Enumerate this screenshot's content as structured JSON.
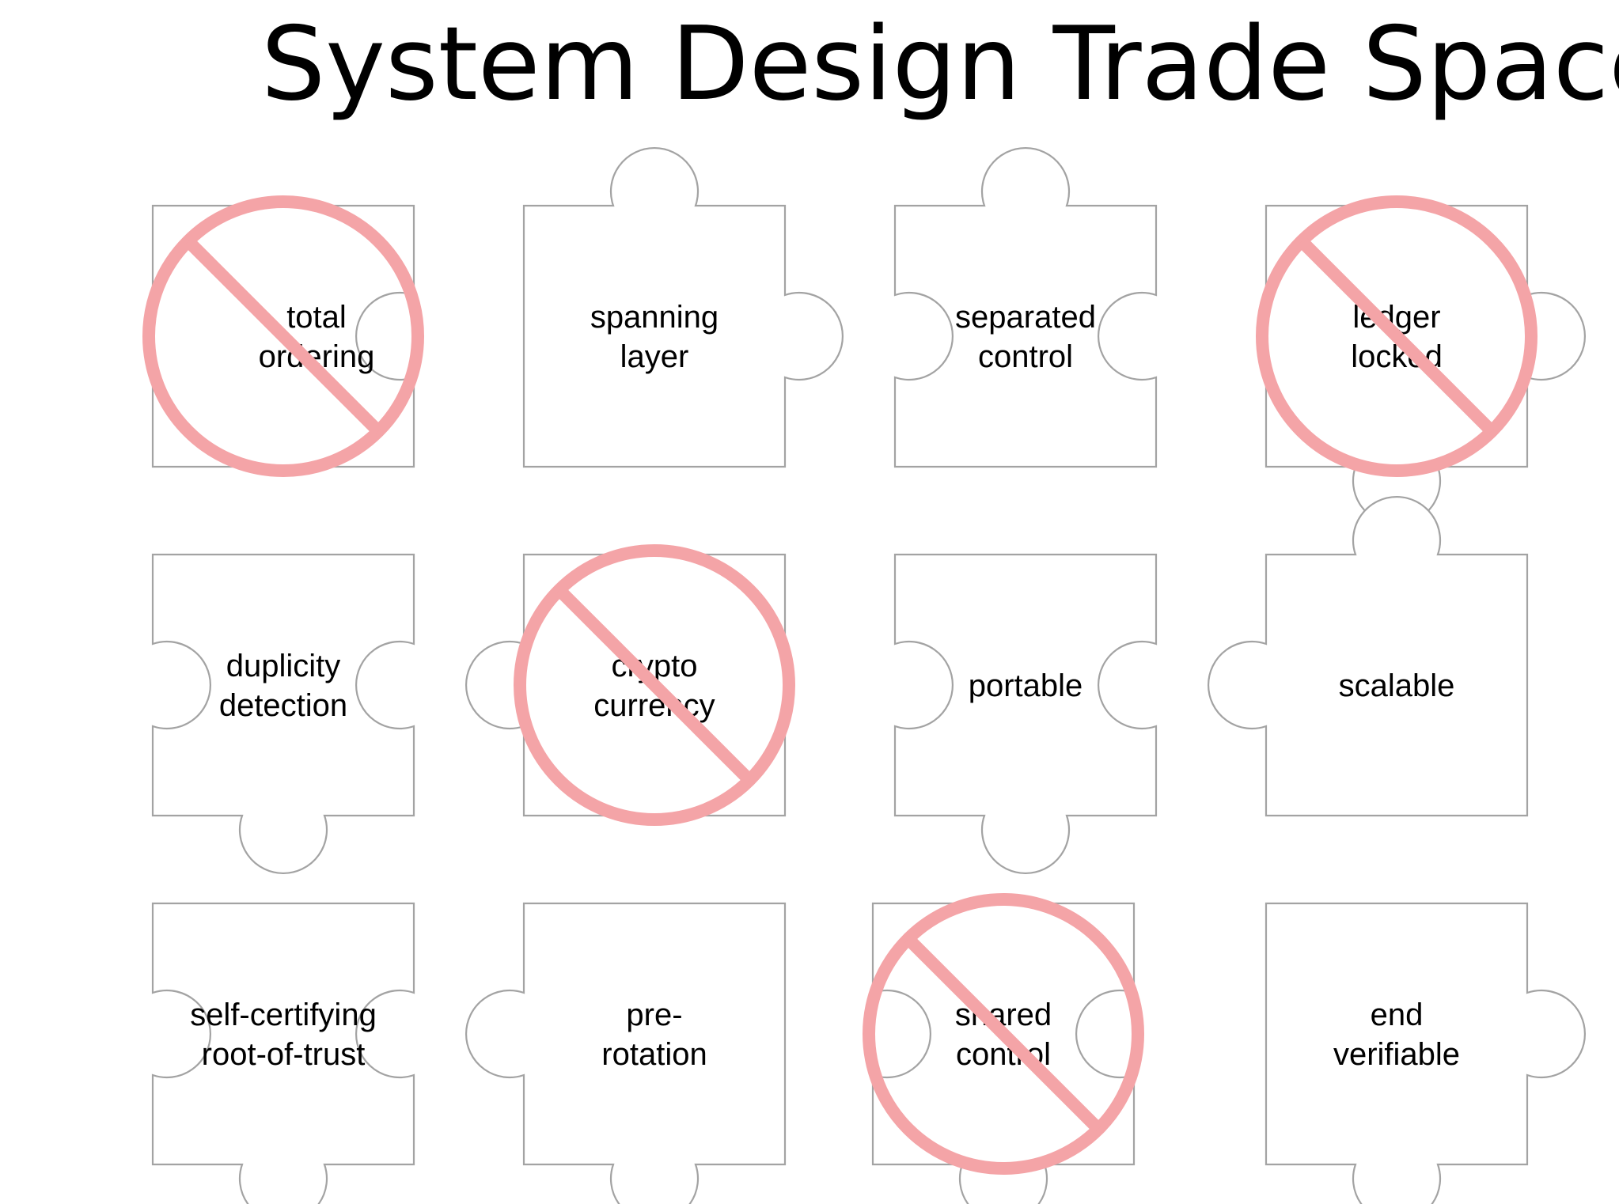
{
  "title": "System Design Trade Space",
  "colors": {
    "outline": "#a3a3a3",
    "prohibited": "#f4a4a7",
    "text": "#000000",
    "background": "#ffffff"
  },
  "pieces": [
    {
      "id": "total-ordering",
      "lines": [
        "total",
        "ordering"
      ],
      "prohibited": true,
      "connectors": {
        "top": "flat",
        "right": "tab",
        "bottom": "flat",
        "left": "flat"
      }
    },
    {
      "id": "spanning-layer",
      "lines": [
        "spanning",
        "layer"
      ],
      "prohibited": false,
      "connectors": {
        "top": "blank",
        "right": "blank",
        "bottom": "flat",
        "left": "flat"
      }
    },
    {
      "id": "separated-control",
      "lines": [
        "separated",
        "control"
      ],
      "prohibited": false,
      "connectors": {
        "top": "blank",
        "right": "tab",
        "bottom": "flat",
        "left": "tab"
      }
    },
    {
      "id": "ledger-locked",
      "lines": [
        "ledger",
        "locked"
      ],
      "prohibited": true,
      "connectors": {
        "top": "flat",
        "right": "blank",
        "bottom": "blank",
        "left": "flat"
      }
    },
    {
      "id": "duplicity-detection",
      "lines": [
        "duplicity",
        "detection"
      ],
      "prohibited": false,
      "connectors": {
        "top": "flat",
        "right": "tab",
        "bottom": "blank",
        "left": "tab"
      }
    },
    {
      "id": "crypto-currency",
      "lines": [
        "crypto",
        "currency"
      ],
      "prohibited": true,
      "connectors": {
        "top": "flat",
        "right": "flat",
        "bottom": "flat",
        "left": "blank"
      }
    },
    {
      "id": "portable",
      "lines": [
        "portable"
      ],
      "prohibited": false,
      "connectors": {
        "top": "flat",
        "right": "tab",
        "bottom": "blank",
        "left": "tab"
      }
    },
    {
      "id": "scalable",
      "lines": [
        "scalable"
      ],
      "prohibited": false,
      "connectors": {
        "top": "blank",
        "right": "flat",
        "bottom": "flat",
        "left": "blank"
      }
    },
    {
      "id": "self-certifying-root-of-trust",
      "lines": [
        "self-certifying",
        "root-of-trust"
      ],
      "prohibited": false,
      "connectors": {
        "top": "flat",
        "right": "tab",
        "bottom": "blank",
        "left": "tab"
      }
    },
    {
      "id": "pre-rotation",
      "lines": [
        "pre-",
        "rotation"
      ],
      "prohibited": false,
      "connectors": {
        "top": "flat",
        "right": "flat",
        "bottom": "blank",
        "left": "blank"
      }
    },
    {
      "id": "shared-control",
      "lines": [
        "shared",
        "control"
      ],
      "prohibited": true,
      "connectors": {
        "top": "flat",
        "right": "tab",
        "bottom": "blank",
        "left": "tab"
      }
    },
    {
      "id": "end-verifiable",
      "lines": [
        "end",
        "verifiable"
      ],
      "prohibited": false,
      "connectors": {
        "top": "flat",
        "right": "blank",
        "bottom": "blank",
        "left": "flat"
      }
    }
  ]
}
